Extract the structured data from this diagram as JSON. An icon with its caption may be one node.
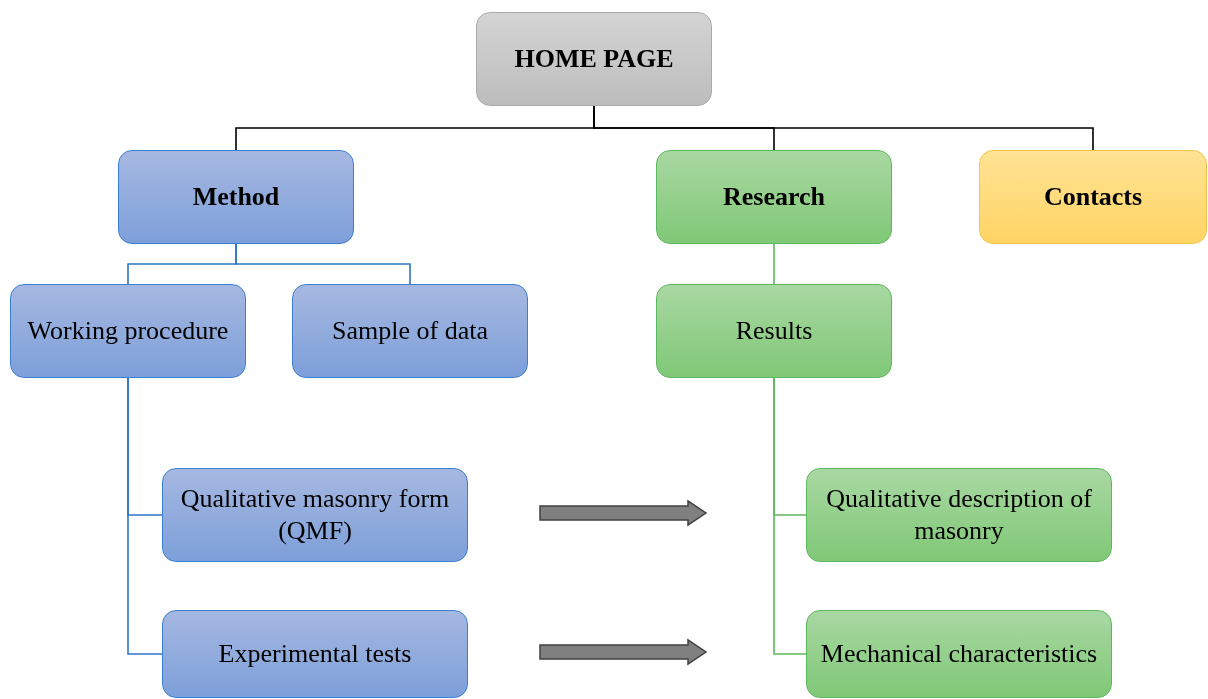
{
  "diagram": {
    "nodes": [
      {
        "text": [
          "HOME PAGE"
        ]
      },
      {
        "text": [
          "Method"
        ]
      },
      {
        "text": [
          "Research"
        ]
      },
      {
        "text": [
          "Contacts"
        ]
      },
      {
        "text": [
          "Working procedure"
        ]
      },
      {
        "text": [
          "Sample of data"
        ]
      },
      {
        "text": [
          "Results"
        ]
      },
      {
        "text": [
          "Qualitative masonry form (QMF)"
        ]
      },
      {
        "text": [
          "Experimental tests"
        ]
      },
      {
        "text": [
          "Qualitative description of masonry"
        ]
      },
      {
        "text": [
          "Mechanical characteristics"
        ]
      }
    ],
    "edges": [
      {
        "from": 0,
        "to": 1,
        "arrow": "none",
        "color": "#000000"
      },
      {
        "from": 0,
        "to": 2,
        "arrow": "none",
        "color": "#000000"
      },
      {
        "from": 0,
        "to": 3,
        "arrow": "none",
        "color": "#000000"
      },
      {
        "from": 1,
        "to": 4,
        "arrow": "none"
      },
      {
        "from": 1,
        "to": 5,
        "arrow": "none"
      },
      {
        "from": 2,
        "to": 6,
        "arrow": "none",
        "color": "#5cb85c"
      },
      {
        "from": 4,
        "to": 7,
        "arrow": "none"
      },
      {
        "from": 4,
        "to": 8,
        "arrow": "none"
      },
      {
        "from": 6,
        "to": 9,
        "arrow": "none",
        "color": "#5cb85c"
      },
      {
        "from": 6,
        "to": 10,
        "arrow": "none",
        "color": "#5cb85c"
      },
      {
        "from": 7,
        "to": 9,
        "arrow": "to",
        "style": "thick",
        "color": "#808080"
      },
      {
        "from": 8,
        "to": 10,
        "arrow": "to",
        "style": "thick",
        "color": "#808080"
      }
    ]
  }
}
